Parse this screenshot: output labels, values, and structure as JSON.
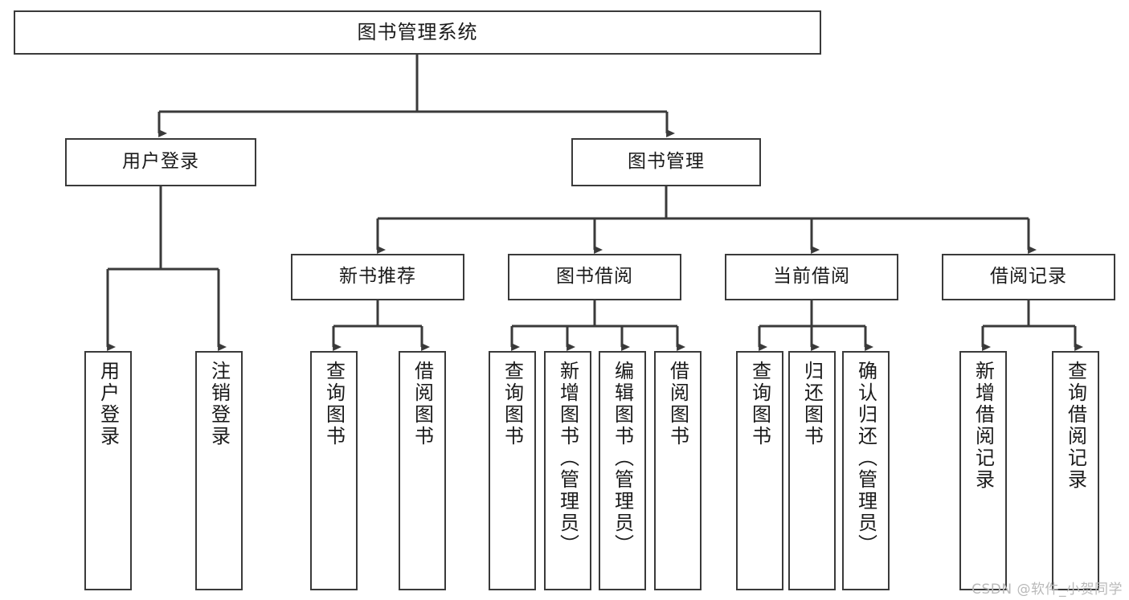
{
  "diagram": {
    "type": "tree-hierarchy",
    "title": "图书管理系统",
    "orientation": "top-down",
    "colors": {
      "box_border": "#3a3a3a",
      "box_fill": "#ffffff",
      "connector": "#3a3a3a",
      "text": "#1a1a1a",
      "watermark": "#b9b9b9",
      "background": "#ffffff"
    }
  },
  "root": {
    "label": "图书管理系统"
  },
  "level2": [
    {
      "label": "用户登录"
    },
    {
      "label": "图书管理"
    }
  ],
  "level3": [
    {
      "label": "新书推荐"
    },
    {
      "label": "图书借阅"
    },
    {
      "label": "当前借阅"
    },
    {
      "label": "借阅记录"
    }
  ],
  "leaves": {
    "user_login": [
      {
        "label": "用户登录"
      },
      {
        "label": "注销登录"
      }
    ],
    "new_book_recommend": [
      {
        "label": "查询图书"
      },
      {
        "label": "借阅图书"
      }
    ],
    "book_borrow": [
      {
        "label": "查询图书"
      },
      {
        "label": "新增图书（管理员）"
      },
      {
        "label": "编辑图书（管理员）"
      },
      {
        "label": "借阅图书"
      }
    ],
    "current_borrow": [
      {
        "label": "查询图书"
      },
      {
        "label": "归还图书"
      },
      {
        "label": "确认归还（管理员）"
      }
    ],
    "borrow_record": [
      {
        "label": "新增借阅记录"
      },
      {
        "label": "查询借阅记录"
      }
    ]
  },
  "watermark": {
    "text": "CSDN @软件_小贺同学"
  }
}
